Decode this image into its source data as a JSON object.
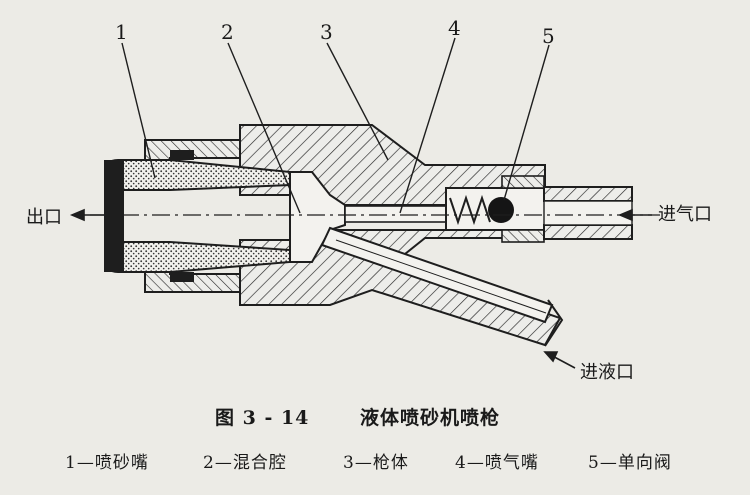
{
  "labels": {
    "part_numbers": [
      "1",
      "2",
      "3",
      "4",
      "5"
    ],
    "outlet": "出口",
    "air_inlet": "进气口",
    "liquid_inlet": "进液口"
  },
  "caption": {
    "figure_no": "图 3 - 14",
    "title": "液体喷砂机喷枪"
  },
  "legend": [
    "1—喷砂嘴",
    "2—混合腔",
    "3—枪体",
    "4—喷气嘴",
    "5—单向阀"
  ]
}
